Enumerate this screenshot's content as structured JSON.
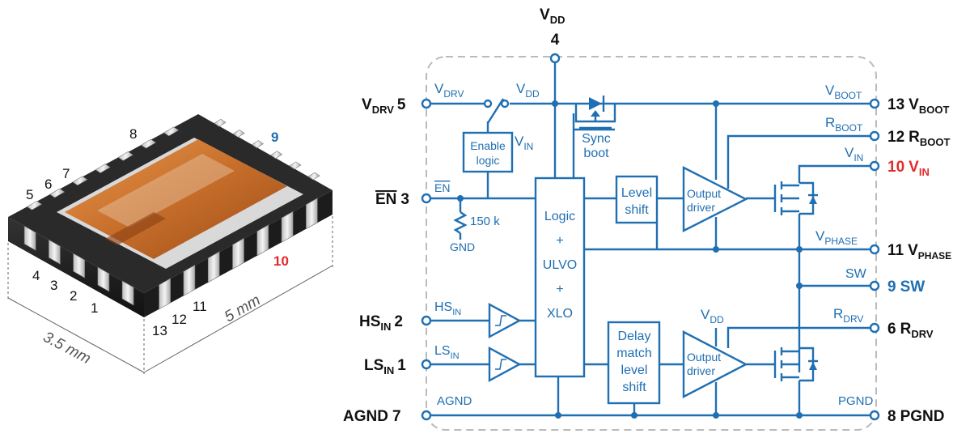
{
  "package": {
    "pin_numbers": [
      "8",
      "9",
      "5",
      "6",
      "7",
      "10",
      "4",
      "3",
      "2",
      "1",
      "13",
      "12",
      "11"
    ],
    "dim_width": "3.5 mm",
    "dim_length": "5 mm"
  },
  "block": {
    "enable_logic": [
      "Enable",
      "logic"
    ],
    "sync_boot": [
      "Sync",
      "boot"
    ],
    "logic": [
      "Logic",
      "+",
      "ULVO",
      "+",
      "XLO"
    ],
    "level_shift": [
      "Level",
      "shift"
    ],
    "delay_match": [
      "Delay",
      "match",
      "level",
      "shift"
    ],
    "output_driver_top": [
      "Output",
      "driver"
    ],
    "output_driver_bottom": [
      "Output",
      "driver"
    ],
    "resistor": "150 k",
    "gnd": "GND"
  },
  "internal_labels": {
    "vdd_top": {
      "main": "V",
      "sub": "DD"
    },
    "vdrv": {
      "main": "V",
      "sub": "DRV"
    },
    "vdd_switch": {
      "main": "V",
      "sub": "DD"
    },
    "vin_enable": {
      "main": "V",
      "sub": "IN"
    },
    "en_bar": "EN",
    "vboot": {
      "main": "V",
      "sub": "BOOT"
    },
    "rboot": {
      "main": "R",
      "sub": "BOOT"
    },
    "vin": {
      "main": "V",
      "sub": "IN"
    },
    "vphase": {
      "main": "V",
      "sub": "PHASE"
    },
    "sw": "SW",
    "vdd_low": {
      "main": "V",
      "sub": "DD"
    },
    "rdrv": {
      "main": "R",
      "sub": "DRV"
    },
    "hsin": {
      "main": "HS",
      "sub": "IN"
    },
    "lsin": {
      "main": "LS",
      "sub": "IN"
    },
    "agnd": "AGND",
    "pgnd": "PGND"
  },
  "pins": {
    "vdd": {
      "main": "V",
      "sub": "DD",
      "num": "4"
    },
    "vdrv": {
      "main": "V",
      "sub": "DRV",
      "num": "5"
    },
    "en": {
      "main": "EN",
      "num": "3"
    },
    "hsin": {
      "main": "HS",
      "sub": "IN",
      "num": "2"
    },
    "lsin": {
      "main": "LS",
      "sub": "IN",
      "num": "1"
    },
    "agnd": {
      "main": "AGND",
      "num": "7"
    },
    "vboot": {
      "num": "13",
      "main": "V",
      "sub": "BOOT"
    },
    "rboot": {
      "num": "12",
      "main": "R",
      "sub": "BOOT"
    },
    "vin": {
      "num": "10",
      "main": "V",
      "sub": "IN"
    },
    "vphase": {
      "num": "11",
      "main": "V",
      "sub": "PHASE"
    },
    "sw": {
      "num": "9",
      "main": "SW"
    },
    "rdrv": {
      "num": "6",
      "main": "R",
      "sub": "DRV"
    },
    "pgnd": {
      "num": "8",
      "main": "PGND"
    }
  },
  "colors": {
    "wire": "#1f6fb2",
    "highlight_red": "#e32b2b",
    "highlight_blue": "#1f6fb2",
    "package_body": "#2a2a2a",
    "die_copper": "#c8742e",
    "outline_dash": "#bbbbbb"
  }
}
